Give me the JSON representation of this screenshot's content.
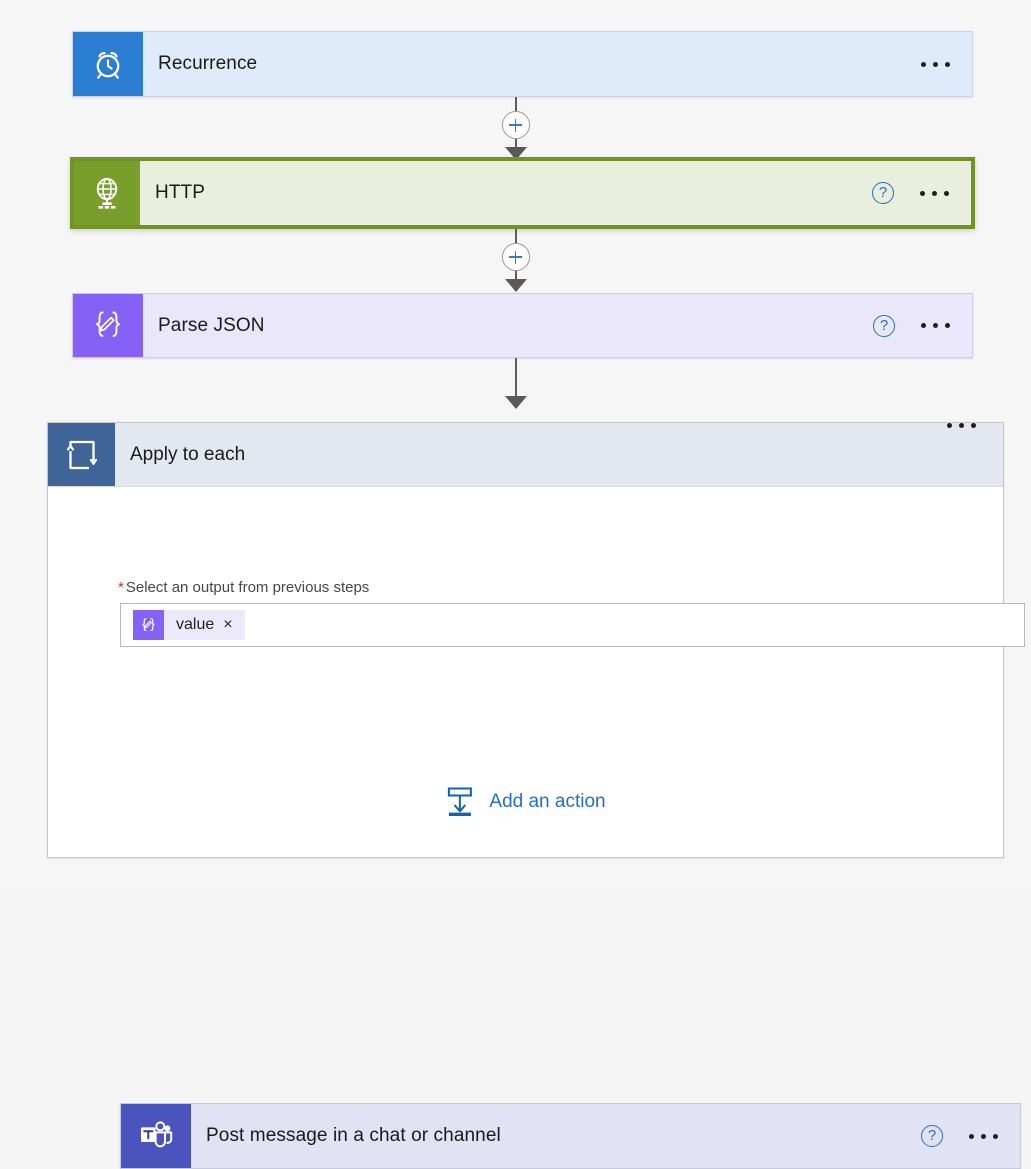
{
  "flow": {
    "steps": [
      {
        "id": "recurrence",
        "title": "Recurrence",
        "icon": "alarm-clock-icon",
        "selected": false,
        "has_help": false,
        "has_menu": true
      },
      {
        "id": "http",
        "title": "HTTP",
        "icon": "globe-icon",
        "selected": true,
        "has_help": true,
        "has_menu": true
      },
      {
        "id": "parse-json",
        "title": "Parse JSON",
        "icon": "parse-json-braces-icon",
        "selected": false,
        "has_help": true,
        "has_menu": true
      }
    ],
    "scope": {
      "id": "apply-to-each",
      "title": "Apply to each",
      "icon": "loop-icon",
      "has_menu": true,
      "field": {
        "required_marker": "*",
        "label": "Select an output from previous steps",
        "token": {
          "icon": "parse-json-braces-icon",
          "label": "value",
          "remove_label": "×"
        }
      },
      "child_steps": [
        {
          "id": "post-message-teams",
          "title": "Post message in a chat or channel",
          "icon": "microsoft-teams-icon",
          "has_help": true,
          "has_menu": true
        }
      ],
      "add_action": {
        "label": "Add an action",
        "icon": "add-action-icon"
      }
    },
    "connectors": [
      {
        "id": "connector-1",
        "has_plus": true
      },
      {
        "id": "connector-2",
        "has_plus": true
      },
      {
        "id": "connector-3",
        "has_plus": false
      }
    ],
    "help_glyph": "?"
  },
  "colors": {
    "canvas": "#f6f6f6",
    "recurrence_accent": "#2b7cd3",
    "http_accent": "#7a9e2b",
    "http_selected_border": "#6f9326",
    "parse_json_accent": "#8661f5",
    "teams_accent": "#4b53bc",
    "scope_accent": "#3f6498",
    "link_blue": "#1f6fd0",
    "required_red": "#c0392b"
  }
}
